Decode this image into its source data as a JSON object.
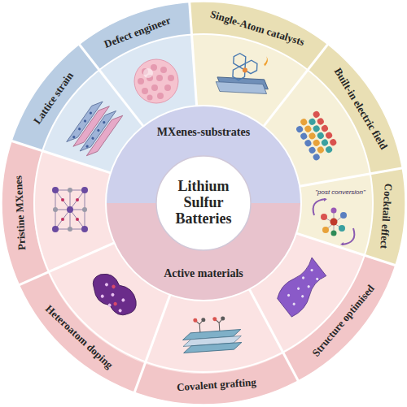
{
  "diagram": {
    "nodes": [
      {
        "text": [
          "MXenes-substrates"
        ]
      },
      {
        "text": [
          "Lithium Sulfur Batteries"
        ]
      },
      {
        "text": [
          "Active materials"
        ]
      },
      {
        "text": [
          "Lattice strain"
        ]
      },
      {
        "text": [
          "Defect engineer"
        ]
      },
      {
        "text": [
          "Single-Atom catalysts"
        ]
      },
      {
        "text": [
          "Built-in electric field"
        ]
      },
      {
        "text": [
          "Cocktail effect"
        ]
      },
      {
        "text": [
          "Structure optimised"
        ]
      },
      {
        "text": [
          "Covalent grafting"
        ]
      },
      {
        "text": [
          "Heteroatom doping"
        ]
      },
      {
        "text": [
          "Pristine MXenes"
        ]
      }
    ],
    "labels": [
      "\"post conversion\""
    ]
  }
}
